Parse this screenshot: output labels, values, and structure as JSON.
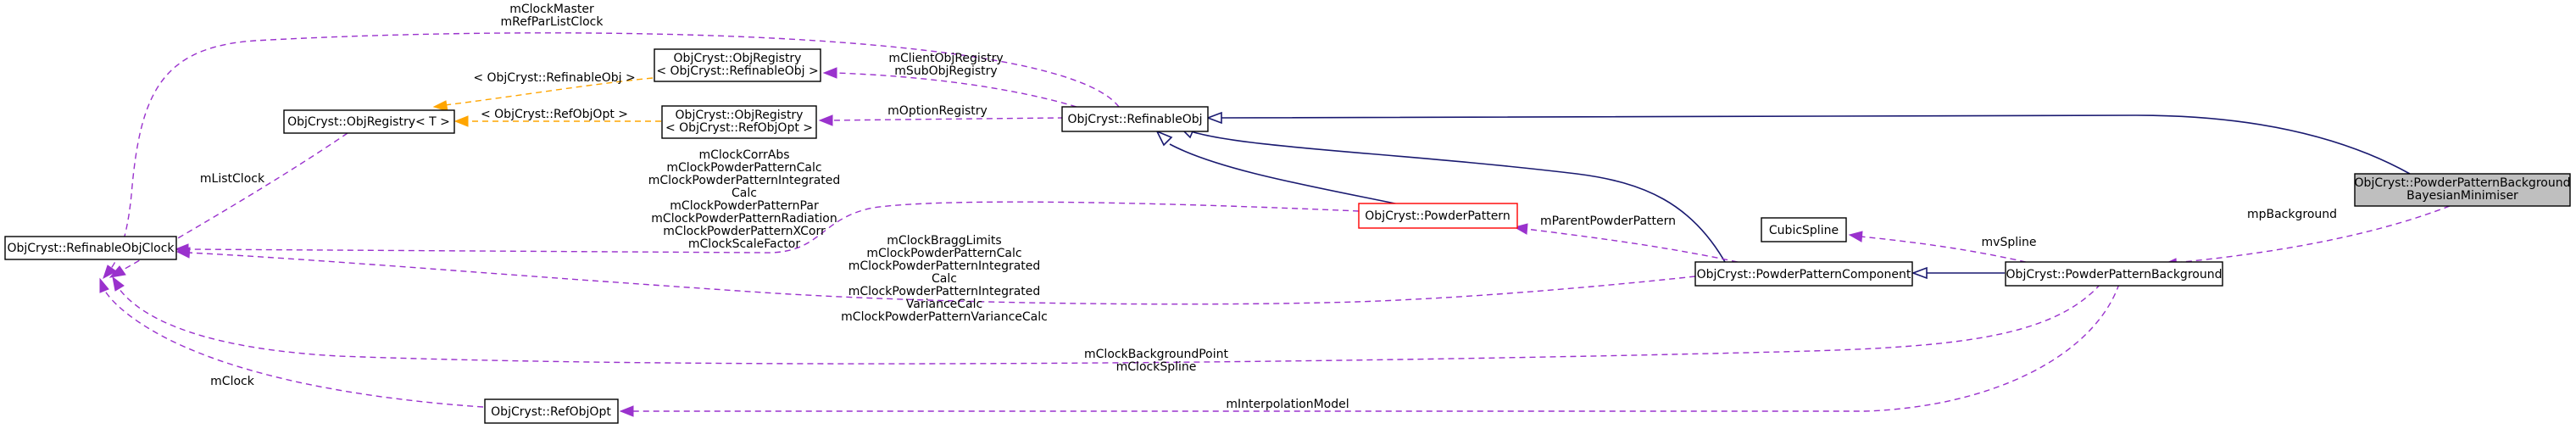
{
  "nodes": {
    "bayes": [
      "ObjCryst::PowderPatternBackground",
      "BayesianMinimiser"
    ],
    "refinableObj": [
      "ObjCryst::RefinableObj"
    ],
    "objRegRefObj": [
      "ObjCryst::ObjRegistry",
      "< ObjCryst::RefinableObj >"
    ],
    "objRegRefOpt": [
      "ObjCryst::ObjRegistry",
      "< ObjCryst::RefObjOpt >"
    ],
    "objRegT": [
      "ObjCryst::ObjRegistry< T >"
    ],
    "refinableObjClock": [
      "ObjCryst::RefinableObjClock"
    ],
    "powderPattern": [
      "ObjCryst::PowderPattern"
    ],
    "cubicSpline": [
      "CubicSpline"
    ],
    "ppComponent": [
      "ObjCryst::PowderPatternComponent"
    ],
    "ppBackground": [
      "ObjCryst::PowderPatternBackground"
    ],
    "refObjOpt": [
      "ObjCryst::RefObjOpt"
    ]
  },
  "labels": {
    "mpBackground": [
      "mpBackground"
    ],
    "mvSpline": [
      "mvSpline"
    ],
    "mParentPowderPattern": [
      "mParentPowderPattern"
    ],
    "mClientObjRegistry": [
      "mClientObjRegistry",
      "mSubObjRegistry"
    ],
    "mOptionRegistry": [
      "mOptionRegistry"
    ],
    "tmplRefinableObj": [
      "< ObjCryst::RefinableObj >"
    ],
    "tmplRefObjOpt": [
      "< ObjCryst::RefObjOpt >"
    ],
    "mClockMaster": [
      "mClockMaster",
      "mRefParListClock"
    ],
    "mListClock": [
      "mListClock"
    ],
    "mClockCorrAbs": [
      "mClockCorrAbs",
      "mClockPowderPatternCalc",
      "mClockPowderPatternIntegrated",
      "Calc",
      "mClockPowderPatternPar",
      "mClockPowderPatternRadiation",
      "mClockPowderPatternXCorr",
      "mClockScaleFactor"
    ],
    "mClockBraggLimits": [
      "mClockBraggLimits",
      "mClockPowderPatternCalc",
      "mClockPowderPatternIntegrated",
      "Calc",
      "mClockPowderPatternIntegrated",
      "VarianceCalc",
      "mClockPowderPatternVarianceCalc"
    ],
    "mClockBackgroundPoint": [
      "mClockBackgroundPoint",
      "mClockSpline"
    ],
    "mClock": [
      "mClock"
    ],
    "mInterpolationModel": [
      "mInterpolationModel"
    ]
  },
  "colors": {
    "inheritance": "#191970",
    "usage": "#9a32cd",
    "template": "#ffa500",
    "highlightFill": "#bfbfbf",
    "incompleteBorder": "#ff0000"
  }
}
